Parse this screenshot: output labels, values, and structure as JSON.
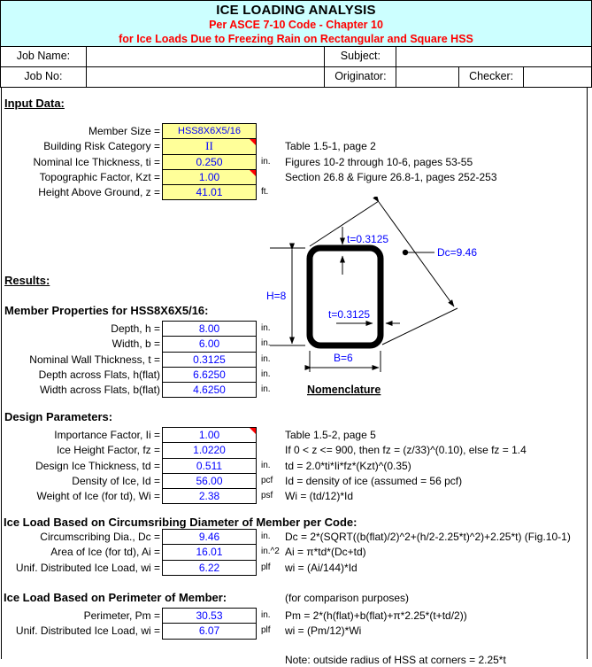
{
  "title_block": {
    "title": "ICE LOADING ANALYSIS",
    "subtitle1": "Per ASCE 7-10 Code - Chapter 10",
    "subtitle2": "for Ice Loads Due to Freezing Rain on Rectangular and Square HSS"
  },
  "job_info": {
    "job_name_label": "Job Name:",
    "job_name_value": "",
    "subject_label": "Subject:",
    "subject_value": "",
    "job_no_label": "Job No:",
    "job_no_value": "",
    "originator_label": "Originator:",
    "originator_value": "",
    "checker_label": "Checker:",
    "checker_value": ""
  },
  "headings": {
    "input_data": "Input Data:",
    "results": "Results:",
    "member_props": "Member Properties for HSS8X6X5/16:",
    "design_params": "Design Parameters:",
    "circ": "Ice Load Based on Circumsribing Diameter of Member per Code:",
    "perim": "Ice Load Based on Perimeter of Member:",
    "perim_note": "(for comparison purposes)",
    "bottom_note": "Note: outside radius of HSS at corners = 2.25*t"
  },
  "input_rows": [
    {
      "label": "Member Size =",
      "value": "HSS8X6X5/16",
      "unit": "",
      "note": ""
    },
    {
      "label": "Building Risk Category =",
      "value": "II",
      "unit": "",
      "note": "Table 1.5-1, page 2"
    },
    {
      "label": "Nominal Ice Thickness, ti =",
      "value": "0.250",
      "unit": "in.",
      "note": "Figures 10-2 through 10-6, pages 53-55"
    },
    {
      "label": "Topographic Factor, Kzt =",
      "value": "1.00",
      "unit": "",
      "note": "Section 26.8 & Figure 26.8-1, pages 252-253"
    },
    {
      "label": "Height Above Ground, z =",
      "value": "41.01",
      "unit": "ft.",
      "note": ""
    }
  ],
  "member_rows": [
    {
      "label": "Depth, h =",
      "value": "8.00",
      "unit": "in.",
      "note": ""
    },
    {
      "label": "Width, b =",
      "value": "6.00",
      "unit": "in.",
      "note": ""
    },
    {
      "label": "Nominal Wall Thickness, t =",
      "value": "0.3125",
      "unit": "in.",
      "note": ""
    },
    {
      "label": "Depth across Flats, h(flat)",
      "value": "6.6250",
      "unit": "in.",
      "note": ""
    },
    {
      "label": "Width across Flats, b(flat)",
      "value": "4.6250",
      "unit": "in.",
      "note": ""
    }
  ],
  "design_rows": [
    {
      "label": "Importance Factor, Ii =",
      "value": "1.00",
      "unit": "",
      "note": "Table 1.5-2, page 5"
    },
    {
      "label": "Ice Height Factor, fz =",
      "value": "1.0220",
      "unit": "",
      "note": "If  0 < z <= 900, then fz = (z/33)^(0.10), else fz = 1.4"
    },
    {
      "label": "Design Ice Thickness, td =",
      "value": "0.511",
      "unit": "in.",
      "note": "td = 2.0*ti*Ii*fz*(Kzt)^(0.35)"
    },
    {
      "label": "Density of Ice, Id =",
      "value": "56.00",
      "unit": "pcf",
      "note": "Id = density of ice (assumed = 56 pcf)"
    },
    {
      "label": "Weight of Ice (for td), Wi =",
      "value": "2.38",
      "unit": "psf",
      "note": "Wi = (td/12)*Id"
    }
  ],
  "circ_rows": [
    {
      "label": "Circumscribing Dia., Dc =",
      "value": "9.46",
      "unit": "in.",
      "note": "Dc = 2*(SQRT((b(flat)/2)^2+(h/2-2.25*t)^2)+2.25*t)  (Fig.10-1)"
    },
    {
      "label": "Area of Ice (for td), Ai =",
      "value": "16.01",
      "unit": "in.^2",
      "note": "Ai = π*td*(Dc+td)"
    },
    {
      "label": "Unif. Distributed Ice Load, wi =",
      "value": "6.22",
      "unit": "plf",
      "note": "wi = (Ai/144)*Id"
    }
  ],
  "perim_rows": [
    {
      "label": "Perimeter, Pm =",
      "value": "30.53",
      "unit": "in.",
      "note": "Pm = 2*(h(flat)+b(flat)+π*2.25*(t+td/2))"
    },
    {
      "label": "Unif. Distributed Ice Load, wi =",
      "value": "6.07",
      "unit": "plf",
      "note": "wi = (Pm/12)*Wi"
    }
  ],
  "diagram": {
    "h_label": "H=8",
    "b_label": "B=6",
    "t_top_label": "t=0.3125",
    "t_side_label": "t=0.3125",
    "dc_label": "Dc=9.46",
    "caption": "Nomenclature"
  },
  "colors": {
    "header_bg": "#CCFFFF",
    "input_bg": "#FFFF99",
    "value_text": "#0000FF",
    "subtitle_text": "#FF0000",
    "comment_indicator": "#FF0000"
  }
}
